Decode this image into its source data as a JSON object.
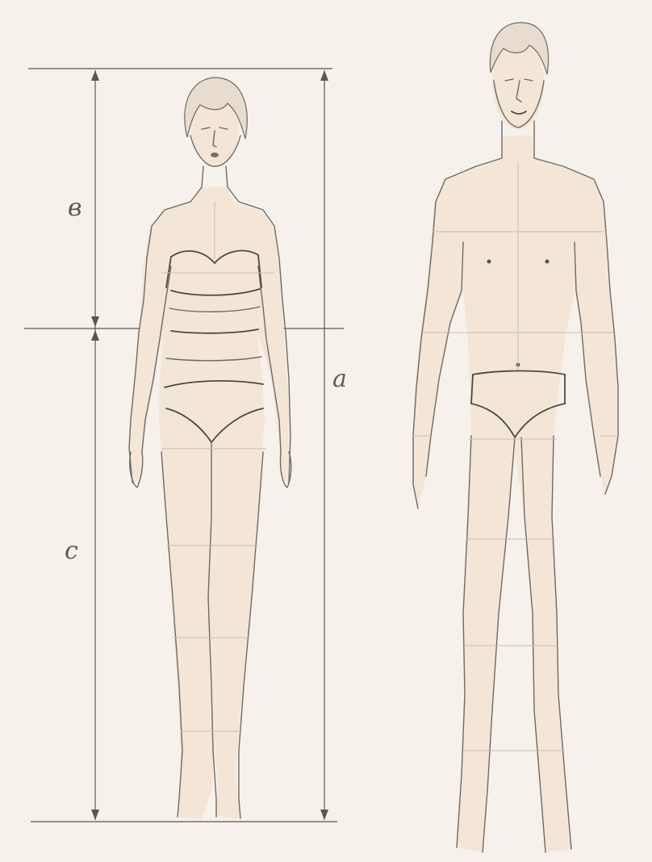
{
  "figure": {
    "labels": {
      "a": "a",
      "b": "в",
      "c": "c"
    }
  },
  "colors": {
    "paper": "#f6f1ea",
    "pencil": "#6e6a66",
    "skin": "#f3e6d6",
    "guide_lines": "#c9bfb5"
  }
}
